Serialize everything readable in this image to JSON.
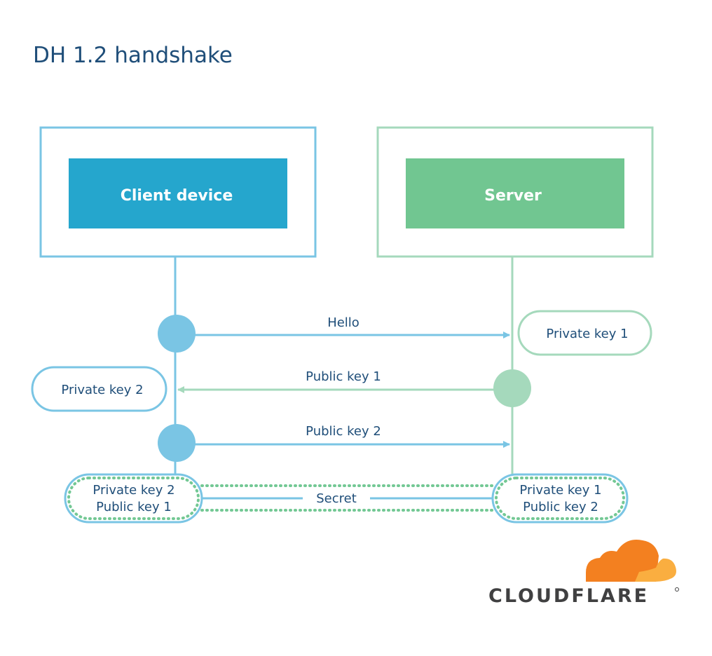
{
  "title": "DH 1.2 handshake",
  "client": {
    "label": "Client device"
  },
  "server": {
    "label": "Server"
  },
  "messages": {
    "hello": "Hello",
    "public_key_1": "Public key 1",
    "public_key_2": "Public key 2",
    "secret": "Secret"
  },
  "server_private_key": "Private key 1",
  "client_private_key": "Private key 2",
  "client_result": {
    "line1": "Private key 2",
    "line2": "Public key 1"
  },
  "server_result": {
    "line1": "Private key 1",
    "line2": "Public key 2"
  },
  "logo": {
    "text": "CLOUDFLARE"
  },
  "colors": {
    "client_blue": "#25a6cd",
    "client_line": "#7ac5e4",
    "server_green": "#71c691",
    "server_line": "#a5d9bc",
    "text_navy": "#1f4e79",
    "dotted_green": "#73c894",
    "logo_orange": "#f38020",
    "logo_orange_light": "#faae40",
    "logo_text": "#404041"
  }
}
